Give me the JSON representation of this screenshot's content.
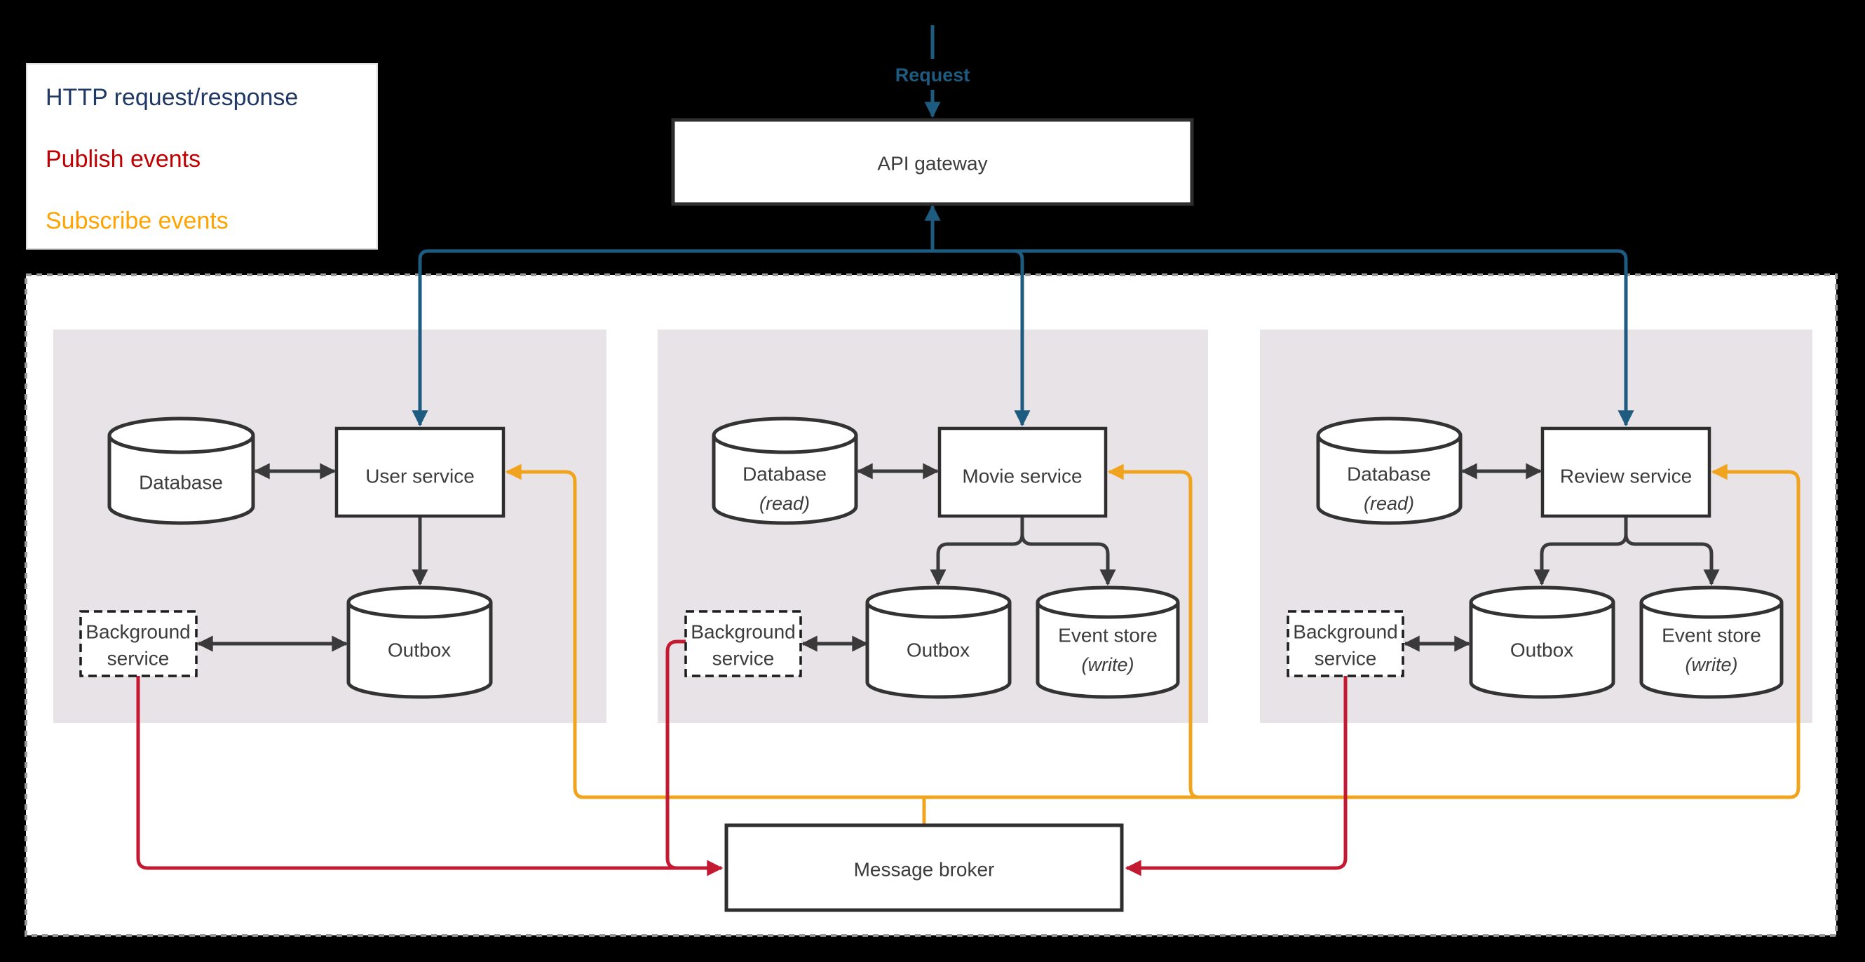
{
  "legend": {
    "items": [
      {
        "id": "http",
        "label": "HTTP request/response",
        "color": "#1F3864"
      },
      {
        "id": "publish",
        "label": "Publish events",
        "color": "#C00000"
      },
      {
        "id": "subscribe",
        "label": "Subscribe events",
        "color": "#FFA301"
      }
    ]
  },
  "top": {
    "request_label": "Request"
  },
  "api_gateway": {
    "label": "API gateway"
  },
  "message_broker": {
    "label": "Message broker"
  },
  "panels": [
    {
      "service": "User service",
      "database": "Database",
      "outbox": "Outbox",
      "background": [
        "Background",
        "service"
      ]
    },
    {
      "service": "Movie service",
      "database": "Database",
      "database_note": "(read)",
      "outbox": "Outbox",
      "event_store": "Event store",
      "event_store_note": "(write)",
      "background": [
        "Background",
        "service"
      ]
    },
    {
      "service": "Review service",
      "database": "Database",
      "database_note": "(read)",
      "outbox": "Outbox",
      "event_store": "Event store",
      "event_store_note": "(write)",
      "background": [
        "Background",
        "service"
      ]
    }
  ],
  "colors": {
    "http_arrow": "#1E5B80",
    "publish_arrow": "#C31932",
    "subscribe_arrow": "#F0A41E",
    "black_arrow": "#3A3A3A",
    "node_border": "#2E2E2E",
    "panel_background": "#E8E3E7",
    "boundary_dash": "#9A9A9A"
  }
}
